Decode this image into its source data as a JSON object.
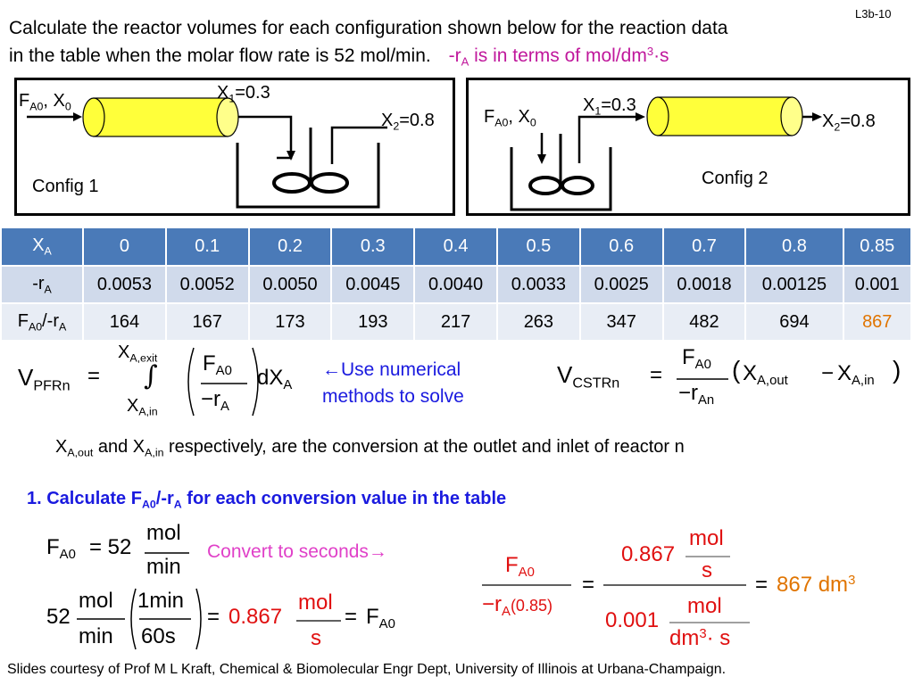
{
  "slide_number": "L3b-10",
  "intro": {
    "line1": "Calculate the reactor volumes for each configuration shown below for the reaction data",
    "line2": "in the table when the molar flow rate is 52 mol/min.",
    "rate_note_r": "-r",
    "rate_note_sub": "A",
    "rate_note_rest": " is in terms of mol/dm",
    "rate_note_sup": "3",
    "rate_note_end": "·s"
  },
  "config1": {
    "feed_F": "F",
    "feed_sub": "A0",
    "feed_rest": ", X",
    "feed_x_sub": "0",
    "x1_X": "X",
    "x1_sub": "1",
    "x1_val": "=0.3",
    "x2_X": "X",
    "x2_sub": "2",
    "x2_val": "=0.8",
    "label": "Config 1"
  },
  "config2": {
    "feed_F": "F",
    "feed_sub": "A0",
    "feed_rest": ", X",
    "feed_x_sub": "0",
    "x1_X": "X",
    "x1_sub": "1",
    "x1_val": "=0.3",
    "x2_X": "X",
    "x2_sub": "2",
    "x2_val": "=0.8",
    "label": "Config 2"
  },
  "table": {
    "row0_head": "X",
    "row0_head_sub": "A",
    "row1_head": "-r",
    "row1_head_sub": "A",
    "row2_head_a": "F",
    "row2_head_sub1": "A0",
    "row2_head_b": "/-r",
    "row2_head_sub2": "A",
    "xa": [
      "0",
      "0.1",
      "0.2",
      "0.3",
      "0.4",
      "0.5",
      "0.6",
      "0.7",
      "0.8",
      "0.85"
    ],
    "ra": [
      "0.0053",
      "0.0052",
      "0.0050",
      "0.0045",
      "0.0040",
      "0.0033",
      "0.0025",
      "0.0018",
      "0.00125",
      "0.001"
    ],
    "fa0_ra": [
      "164",
      "167",
      "173",
      "193",
      "217",
      "263",
      "347",
      "482",
      "694",
      "867"
    ],
    "highlight_color": "#e07400"
  },
  "pfr_eq": {
    "V": "V",
    "V_sub": "PFRn",
    "eq": "=",
    "upper": "X",
    "upper_sub": "A,exit",
    "integral": "∫",
    "lower": "X",
    "lower_sub": "A,in",
    "num": "F",
    "num_sub": "A0",
    "den": "−r",
    "den_sub": "A",
    "dx": "dX",
    "dx_sub": "A"
  },
  "note": {
    "line1": "←Use numerical",
    "line2": "methods to solve"
  },
  "cstr_eq": {
    "V": "V",
    "V_sub": "CSTRn",
    "eq": "=",
    "num": "F",
    "num_sub": "A0",
    "den": "−r",
    "den_sub": "An",
    "x_out": "X",
    "x_out_sub": "A,out",
    "minus": "−",
    "x_in": "X",
    "x_in_sub": "A,in"
  },
  "explain": {
    "x1": "X",
    "x1_sub": "A,out",
    "mid": " and X",
    "x2_sub": "A,in",
    "rest": " respectively, are the conversion at the outlet and inlet of reactor n"
  },
  "step1": {
    "text_a": "1.  Calculate F",
    "sub1": "A0",
    "text_b": "/-r",
    "sub2": "A",
    "text_c": " for each conversion value in the table"
  },
  "calc1": {
    "lhs": "F",
    "lhs_sub": "A0",
    "eq": "= 52",
    "num": "mol",
    "den": "min"
  },
  "convert_note": "Convert to seconds→",
  "calc2": {
    "coef": "52",
    "n1": "mol",
    "d1": "min",
    "n2": "1min",
    "d2": "60s",
    "eq": "=",
    "val": "0.867",
    "n3": "mol",
    "d3": "s",
    "eq2": "=",
    "rhs": "F",
    "rhs_sub": "A0"
  },
  "calc3": {
    "num": "F",
    "num_sub": "A0",
    "den": "−r",
    "den_sub": "A",
    "den_arg": "(0.85)",
    "eq1": "=",
    "top_val": "0.867",
    "top_n": "mol",
    "top_d": "s",
    "bot_val": "0.001",
    "bot_n": "mol",
    "bot_d1": "dm",
    "bot_d_sup": "3",
    "bot_d2": "· s",
    "eq2": "=",
    "result": "867 dm",
    "result_sup": "3"
  },
  "footer": "Slides courtesy of Prof M L Kraft, Chemical & Biomolecular Engr Dept, University of Illinois at Urbana-Champaign."
}
